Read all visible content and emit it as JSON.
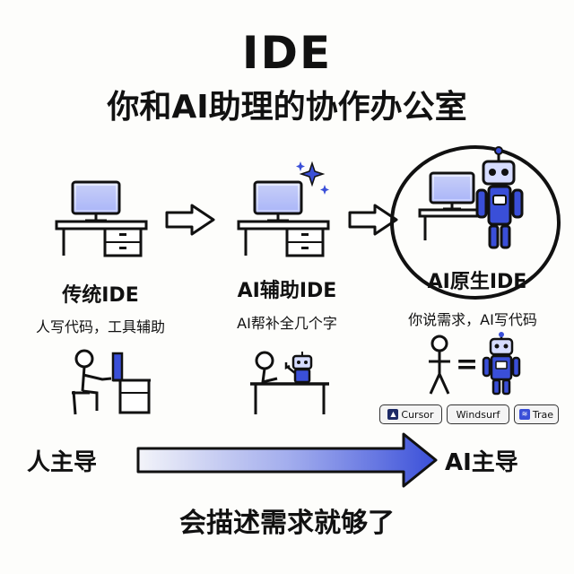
{
  "title": "IDE",
  "subtitle": "你和AI助理的协作办公室",
  "stages": [
    {
      "title": "传统IDE",
      "subtitle": "人写代码，工具辅助"
    },
    {
      "title": "AI辅助IDE",
      "subtitle": "AI帮补全几个字"
    },
    {
      "title": "AI原生IDE",
      "subtitle": "你说需求，AI写代码"
    }
  ],
  "equals_sign": "=",
  "tools": [
    "Cursor",
    "Windsurf",
    "Trae"
  ],
  "spectrum": {
    "left_label": "人主导",
    "right_label": "AI主导"
  },
  "tagline": "会描述需求就够了",
  "colors": {
    "accent_blue": "#3a4fd8",
    "ink": "#111111"
  }
}
